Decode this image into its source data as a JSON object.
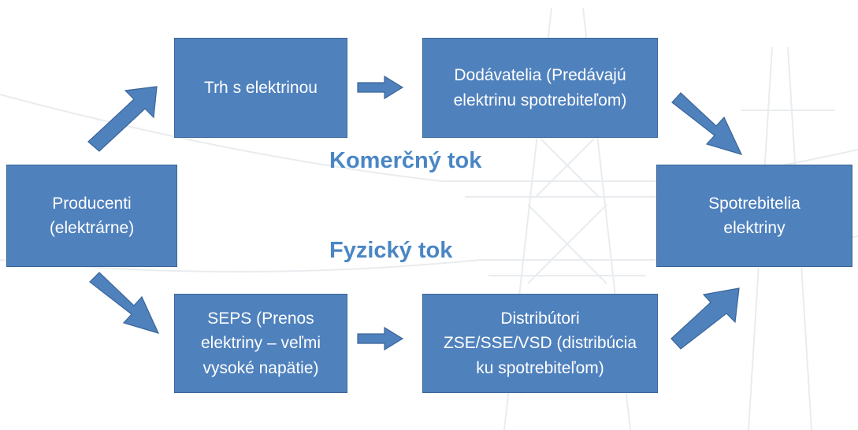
{
  "boxes": {
    "producenti": "Producenti\n(elektrárne)",
    "trh": "Trh s elektrinou",
    "dodavatelia": "Dodávatelia (Predávajú\nelektrinu spotrebiteľom)",
    "spotrebitelia": "Spotrebitelia\nelektriny",
    "seps": "SEPS (Prenos\nelektriny – veľmi\nvysoké napätie)",
    "distributori": "Distribútori\nZSE/SSE/VSD (distribúcia\nku spotrebiteľom)"
  },
  "labels": {
    "commercial_flow": "Komerčný tok",
    "physical_flow": "Fyzický tok"
  },
  "colors": {
    "box_fill": "#4f81bd",
    "box_border": "#3a6598",
    "box_text": "#ffffff",
    "arrow_fill": "#4f81bd",
    "flow_label": "#4a86c5"
  }
}
